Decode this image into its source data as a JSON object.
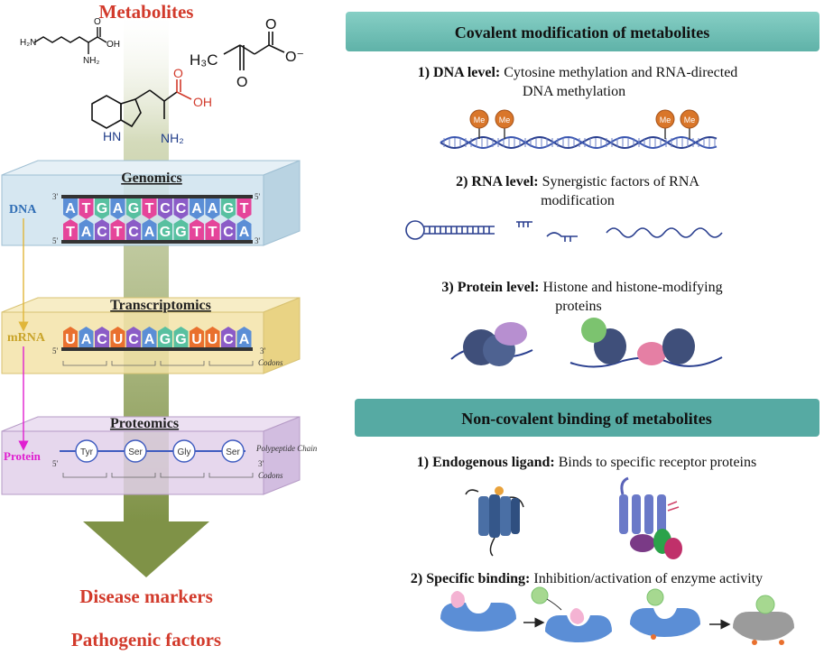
{
  "left_panel": {
    "title_top": "Metabolites",
    "layers": {
      "genomics": "Genomics",
      "transcriptomics": "Transcriptomics",
      "proteomics": "Proteomics"
    },
    "molecule_labels": [
      "OH",
      "NH₂",
      "H₂N",
      "H₃C",
      "O",
      "O",
      "O⁻",
      "HN",
      "NH₂",
      "OH",
      "O"
    ],
    "side_labels": {
      "dna": "DNA",
      "mrna": "mRNA",
      "protein": "Protein"
    },
    "dna_top_strand": [
      "A",
      "T",
      "G",
      "A",
      "G",
      "T",
      "C",
      "C",
      "A",
      "A",
      "G",
      "T"
    ],
    "dna_bottom_strand": [
      "T",
      "A",
      "C",
      "T",
      "C",
      "A",
      "G",
      "G",
      "T",
      "T",
      "C",
      "A"
    ],
    "mrna_strand": [
      "U",
      "A",
      "C",
      "U",
      "C",
      "A",
      "G",
      "G",
      "U",
      "U",
      "C",
      "A"
    ],
    "strand_end_labels": {
      "dna_top_left": "3'",
      "dna_top_right": "5'",
      "dna_bottom_left": "5'",
      "dna_bottom_right": "3'",
      "mrna_left": "5'",
      "mrna_right": "3'",
      "protein_left": "5'",
      "protein_right": "3'"
    },
    "codons_label": "Codons",
    "amino_acids": [
      "Tyr",
      "Ser",
      "Gly",
      "Ser"
    ],
    "polypeptide_label": "Polypeptide Chain",
    "bottom_labels": [
      "Disease markers",
      "Pathogenic factors"
    ]
  },
  "right_panel": {
    "covalent_header": "Covalent modification of metabolites",
    "covalent_items": [
      {
        "label": "1) DNA level:",
        "text_line1": " Cytosine methylation and RNA-directed",
        "text_line2": "DNA methylation"
      },
      {
        "label": "2) RNA level:",
        "text_line1": " Synergistic factors of RNA",
        "text_line2": "modification"
      },
      {
        "label": "3) Protein level:",
        "text_line1": " Histone and histone-modifying",
        "text_line2": "proteins"
      }
    ],
    "me_label": "Me",
    "noncovalent_header": "Non-covalent binding of metabolites",
    "noncovalent_items": [
      {
        "label": "1) Endogenous ligand:",
        "text": " Binds to specific receptor proteins"
      },
      {
        "label": "2) Specific binding:",
        "text": " Inhibition/activation of enzyme activity"
      }
    ]
  },
  "colors": {
    "title_red": "#d23a2b",
    "header_teal": "#7ec7bd",
    "header_teal_dark": "#4aa7a0",
    "genomics_fill": "#cfe3ee",
    "transcriptomics_fill": "#f3e3a8",
    "proteomics_fill": "#e2d0ea",
    "arrow_green": "#8a9a4e",
    "me_orange": "#d9762a",
    "dna_blue": "#2a3f8f",
    "protein_pink": "#e020d0"
  }
}
